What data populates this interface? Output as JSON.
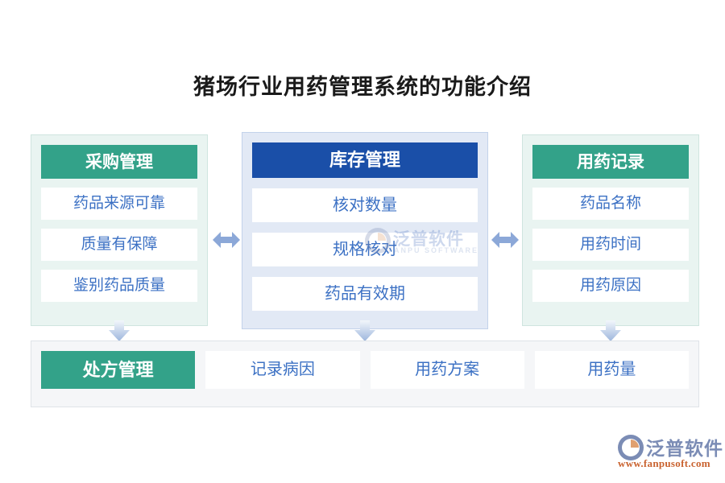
{
  "page": {
    "title": "猪场行业用药管理系统的功能介绍",
    "background_color": "#ffffff"
  },
  "colors": {
    "green_header": "#33a289",
    "blue_header": "#1a4fa8",
    "item_text": "#3c71c4",
    "green_panel_bg": "#e9f4f1",
    "blue_panel_bg": "#e2e9f5",
    "bottom_bar_bg": "#f5f6f8",
    "arrow": "#8ca8d8",
    "brand_text": "#7b8cb5",
    "brand_url": "#c9622f"
  },
  "columns": [
    {
      "id": "purchase",
      "header": "采购管理",
      "header_style": "green",
      "items": [
        {
          "label": "药品来源可靠"
        },
        {
          "label": "质量有保障"
        },
        {
          "label": "鉴别药品质量"
        }
      ]
    },
    {
      "id": "stock",
      "header": "库存管理",
      "header_style": "blue",
      "items": [
        {
          "label": "核对数量"
        },
        {
          "label": "规格核对"
        },
        {
          "label": "药品有效期"
        }
      ]
    },
    {
      "id": "record",
      "header": "用药记录",
      "header_style": "green",
      "items": [
        {
          "label": "药品名称"
        },
        {
          "label": "用药时间"
        },
        {
          "label": "用药原因"
        }
      ]
    }
  ],
  "bottom_row": {
    "items": [
      {
        "label": "处方管理",
        "style": "primary"
      },
      {
        "label": "记录病因",
        "style": "plain"
      },
      {
        "label": "用药方案",
        "style": "plain"
      },
      {
        "label": "用药量",
        "style": "plain"
      }
    ]
  },
  "connectors": {
    "horizontal_arrow_icon": "double-headed-horizontal-arrow-icon",
    "vertical_arrow_icon": "down-arrow-icon"
  },
  "watermark": {
    "text": "泛普软件",
    "subtext": "FANPU SOFTWARE"
  },
  "brand": {
    "name": "泛普软件",
    "url": "www.fanpusoft.com"
  }
}
